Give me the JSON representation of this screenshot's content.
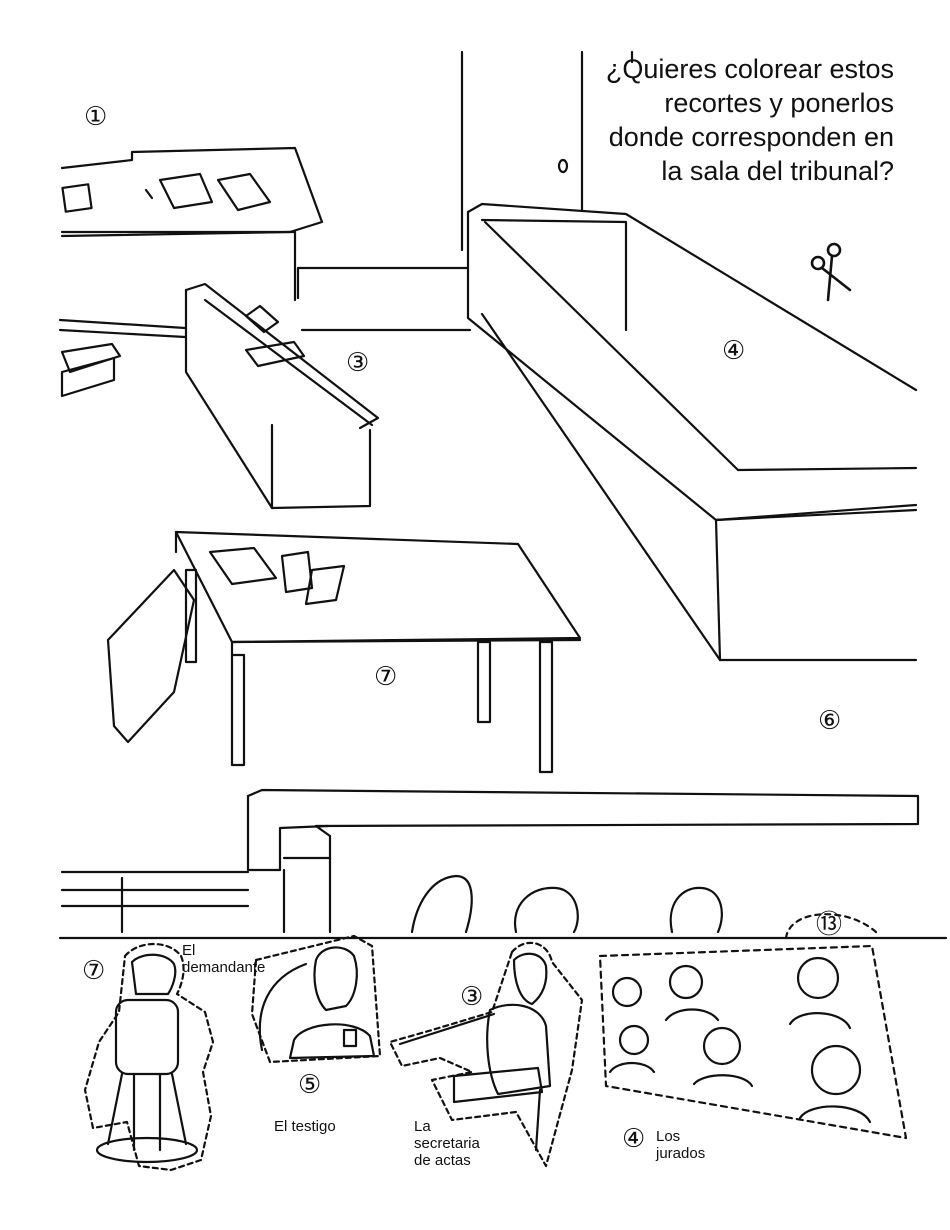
{
  "question": "¿Quieres colorear estos recortes y ponerlos donde corresponden en la sala del tribunal?",
  "scene_numbers": {
    "n1": "①",
    "n3": "③",
    "n4": "④",
    "n6": "⑥",
    "n7": "⑦",
    "n13": "⑬"
  },
  "cutouts": {
    "demandante": {
      "number": "⑦",
      "label_line1": "El",
      "label_line2": "demandante"
    },
    "testigo": {
      "number": "⑤",
      "label": "El testigo"
    },
    "secretaria": {
      "number": "③",
      "label_line1": "La",
      "label_line2": "secretaria",
      "label_line3": "de actas"
    },
    "jurados": {
      "number": "④",
      "label_line1": "Los",
      "label_line2": "jurados"
    }
  },
  "icons": [
    "scissors-icon"
  ]
}
